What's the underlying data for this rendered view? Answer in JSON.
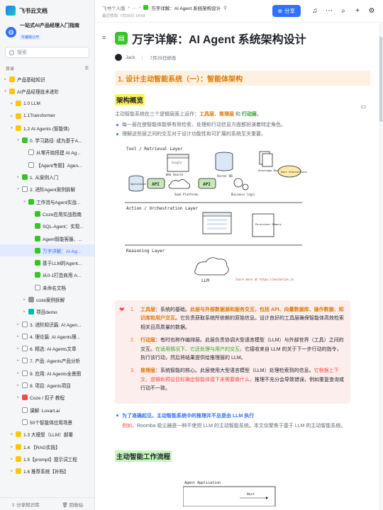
{
  "sidebar": {
    "brand": "飞书云文档",
    "space_name": "一站式AI产品经理入门指南",
    "space_badge": "可编辑公开",
    "search_placeholder": "搜索",
    "dir_label": "目录",
    "bottom_share": "分享知识库",
    "bottom_recycle": "回收站",
    "items": [
      {
        "label": "产品基础知识",
        "indent": 0,
        "caret": "▸",
        "icon": "folder"
      },
      {
        "label": "AI产品经理技术进阶",
        "indent": 0,
        "caret": "▾",
        "icon": "folder"
      },
      {
        "label": "1.0 LLM",
        "indent": 1,
        "caret": "▸",
        "icon": "folder"
      },
      {
        "label": "1.1Transformer",
        "indent": 1,
        "caret": "▸",
        "icon": "folder"
      },
      {
        "label": "1.2 AI Agents (智能体)",
        "indent": 1,
        "caret": "▾",
        "icon": "folder"
      },
      {
        "label": "0. 学习路径: 成为基于A...",
        "indent": 2,
        "caret": "▾",
        "icon": "green"
      },
      {
        "label": "从零开始搭建 AI Ag...",
        "indent": 3,
        "caret": "",
        "icon": "doc"
      },
      {
        "label": "【Agent专题】Agen...",
        "indent": 3,
        "caret": "",
        "icon": "doc"
      },
      {
        "label": "1. 从案例入门",
        "indent": 2,
        "caret": "▸",
        "icon": "green"
      },
      {
        "label": "2. 进阶Agent案例拆解",
        "indent": 2,
        "caret": "▾",
        "icon": "doc"
      },
      {
        "label": "工作流与Agent实战...",
        "indent": 3,
        "caret": "▾",
        "icon": "green"
      },
      {
        "label": "Coze应用实战指南",
        "indent": 4,
        "caret": "",
        "icon": "green"
      },
      {
        "label": "SQL-Agent：实现...",
        "indent": 4,
        "caret": "",
        "icon": "green"
      },
      {
        "label": "Agent智能客服、...",
        "indent": 4,
        "caret": "",
        "icon": "green"
      },
      {
        "label": "万字详解：AI Ag...",
        "indent": 4,
        "caret": "",
        "icon": "green",
        "active": true
      },
      {
        "label": "基于LLM的Agent...",
        "indent": 4,
        "caret": "",
        "icon": "green"
      },
      {
        "label": "从0-1打造商用 A...",
        "indent": 4,
        "caret": "",
        "icon": "green"
      },
      {
        "label": "未命名文档",
        "indent": 4,
        "caret": "",
        "icon": "doc"
      },
      {
        "label": "coze案例拆解",
        "indent": 3,
        "caret": "▸",
        "icon": "gear"
      },
      {
        "label": "项目demo",
        "indent": 3,
        "caret": "▸",
        "icon": "teal"
      },
      {
        "label": "3. 进阶知识篇: AI Agen...",
        "indent": 2,
        "caret": "▸",
        "icon": "doc"
      },
      {
        "label": "4. 理论篇: AI Agents理...",
        "indent": 2,
        "caret": "▸",
        "icon": "doc"
      },
      {
        "label": "6. 精选: AI Agents文章",
        "indent": 2,
        "caret": "▸",
        "icon": "doc"
      },
      {
        "label": "7. 产品: Agents产品分析",
        "indent": 2,
        "caret": "▸",
        "icon": "doc"
      },
      {
        "label": "9. 应用: AI Agents全景图",
        "indent": 2,
        "caret": "▸",
        "icon": "doc"
      },
      {
        "label": "8. 项目: Agents项目",
        "indent": 2,
        "caret": "▸",
        "icon": "doc"
      },
      {
        "label": "Coze / 扣子 教程",
        "indent": 2,
        "caret": "▸",
        "icon": "red"
      },
      {
        "label": "课解: Lovart.ai",
        "indent": 2,
        "caret": "",
        "icon": "doc"
      },
      {
        "label": "50个智能体应用场景",
        "indent": 2,
        "caret": "",
        "icon": "doc"
      },
      {
        "label": "1.3 大模型（LLM）部署",
        "indent": 1,
        "caret": "▸",
        "icon": "folder"
      },
      {
        "label": "1.4 【RAG实践】",
        "indent": 1,
        "caret": "▸",
        "icon": "folder"
      },
      {
        "label": "1.5【prompt】提示词工程",
        "indent": 1,
        "caret": "▸",
        "icon": "folder"
      },
      {
        "label": "1.6 推荐系统【补档】",
        "indent": 1,
        "caret": "▸",
        "icon": "folder"
      }
    ]
  },
  "topbar": {
    "crumb_root": "飞书个人版",
    "crumb_dots": "...",
    "crumb_current": "万字详解：AI Agent 系统架构设计",
    "modified": "最近修改: 7月29日 14:59",
    "share_label": "分享"
  },
  "doc": {
    "title": "万字详解：AI Agent 系统架构设计",
    "author": "Jack",
    "date": "7月29日修改",
    "h1": "1. 设计主动智能系统（一）：智能体架构",
    "h2": "架构概览",
    "intro_a": "主动智能系统在三个逻辑层面上运作：",
    "layer_tool": "工具层",
    "sep1": "、",
    "layer_reason": "推理层",
    "and": " 和 ",
    "layer_action": "行动层",
    "dot": "。",
    "bullet1": "每一层在使智能体能够有效检索、处理和行动信息方面都扮演着特定角色。",
    "bullet2": "理解这些层之间的交互对于设计功能性和可扩展的系统至关重要。",
    "diagram": {
      "tool_layer": "Tool / Retrieval Layer",
      "action_layer": "Action / Orchestration Layer",
      "reasoning_layer": "Reasoning Layer",
      "google": "Google",
      "web_search": "Web Search",
      "vector_db": "Vector DB",
      "knowledge_bases": "Knowledge Bases",
      "user_interactions": "User Interactions",
      "operational_data": "Operational Data",
      "api1": "API",
      "saas": "SaaS Platforms",
      "api2": "API",
      "business_logic": "Business logic",
      "persistent_memory": "Persistent Memory",
      "llm": "LLM",
      "learn_more": "learn more at https://vectorize.io"
    },
    "callout": {
      "item1_n": "1.",
      "item1_title": "工具层",
      "item1_colon": "：",
      "item1_a": "系统的基础。",
      "item1_b": "此层与外部数据源和服务交互，包括 API、向量数据库、操作数据、知识库和用户交互。",
      "item1_c": "它负责获取系统所依赖的原始信息。设计良好的工具层确保智能体高效检索相关且高质量的数据。",
      "item2_n": "2.",
      "item2_title": "行动层",
      "item2_colon": "：",
      "item2_a": "有时也称作编排层。此层负责协调大型语言模型（LLM）与外部世界（工具）之间的交互。",
      "item2_b": "在适用情况下、它还处理与用户的交互。",
      "item2_c": "它接收来自 LLM 的关于下一步行动的指令，执行该行动，然后将结果提供给推理层的 LLM。",
      "item3_n": "3.",
      "item3_title": "推理层",
      "item3_colon": "：",
      "item3_a": "系统智能的核心。此层使用大型语言模型（LLM）处理检索到的信息。",
      "item3_b": "它根据上下文、逻辑和预设目标确定智能体接下来需要做什么。",
      "item3_c": "推理不充分会导致错误，例如重复查询或行动不一致。"
    },
    "tip_title": "为了准确起见，主动智能系统中的推理并不总是由 LLM 执行",
    "tip_example": "例如，",
    "tip_rest": "Roomba 吸尘器是一种不使用 LLM 的主动智能系统。本文仅聚焦于基于 LLM 的主动智能系统。",
    "h2b": "主动智能工作流程",
    "diagram2": {
      "agent_app": "Agent Application",
      "next": "Next"
    }
  },
  "colors": {
    "accent": "#3370ff",
    "orange": "#de7802",
    "green": "#2ea121",
    "red": "#f54a45"
  }
}
